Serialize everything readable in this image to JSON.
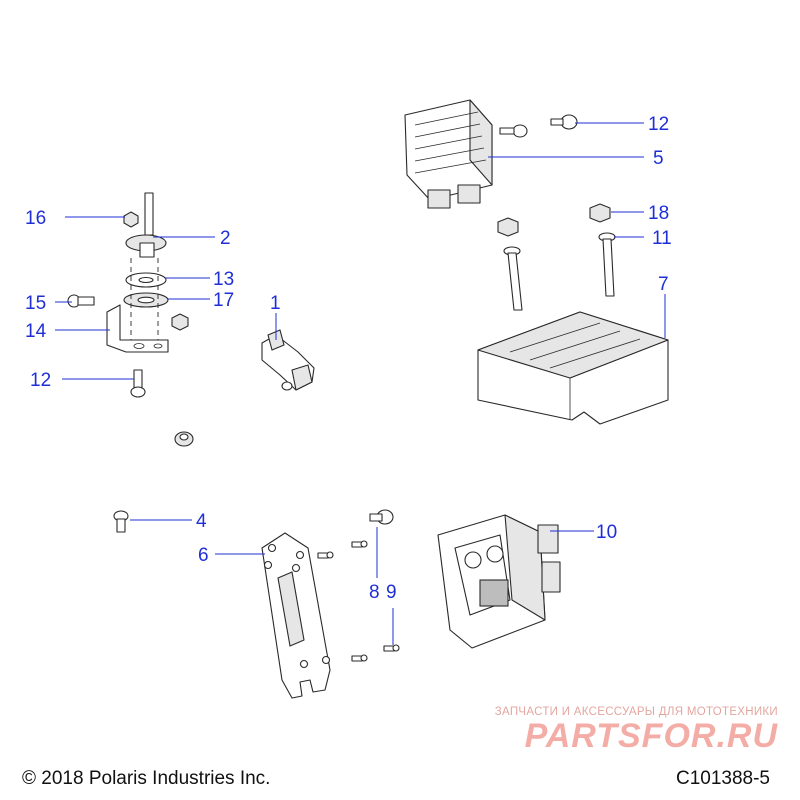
{
  "callouts": {
    "c1": "1",
    "c2": "2",
    "c4": "4",
    "c5": "5",
    "c6": "6",
    "c7": "7",
    "c8": "8",
    "c9": "9",
    "c10": "10",
    "c11": "11",
    "c12a": "12",
    "c12b": "12",
    "c13": "13",
    "c14": "14",
    "c15": "15",
    "c16": "16",
    "c17": "17",
    "c18": "18"
  },
  "footer": {
    "copyright": "© 2018 Polaris Industries Inc.",
    "drawing_code": "C101388-5"
  },
  "watermark": {
    "tagline": "ЗАПЧАСТИ И АКСЕССУАРЫ ДЛЯ МОТОТЕХНИКИ",
    "brand": "PARTSFOR.RU"
  },
  "colors": {
    "callout": "#1f2fd6",
    "line_art": "#2a2a2a",
    "watermark": "#e74c3c"
  }
}
